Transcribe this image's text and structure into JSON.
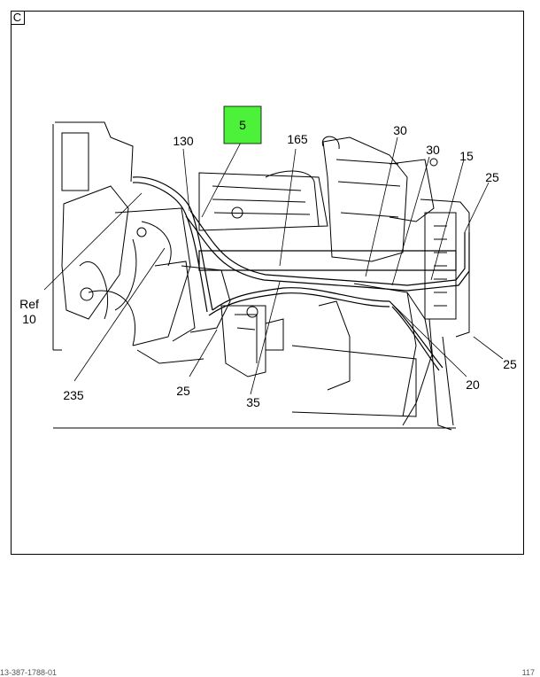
{
  "view": {
    "letter": "C"
  },
  "highlight": {
    "label": "5",
    "color": "#4cf13a"
  },
  "callouts": {
    "c130": "130",
    "c165": "165",
    "c30a": "30",
    "c30b": "30",
    "c15": "15",
    "c25a": "25",
    "c25b": "25",
    "c25c": "25",
    "c20": "20",
    "c35": "35",
    "c235": "235",
    "ref": "Ref",
    "ref10": "10"
  },
  "footer": {
    "left": "13-387-1788-01",
    "right": "117"
  }
}
